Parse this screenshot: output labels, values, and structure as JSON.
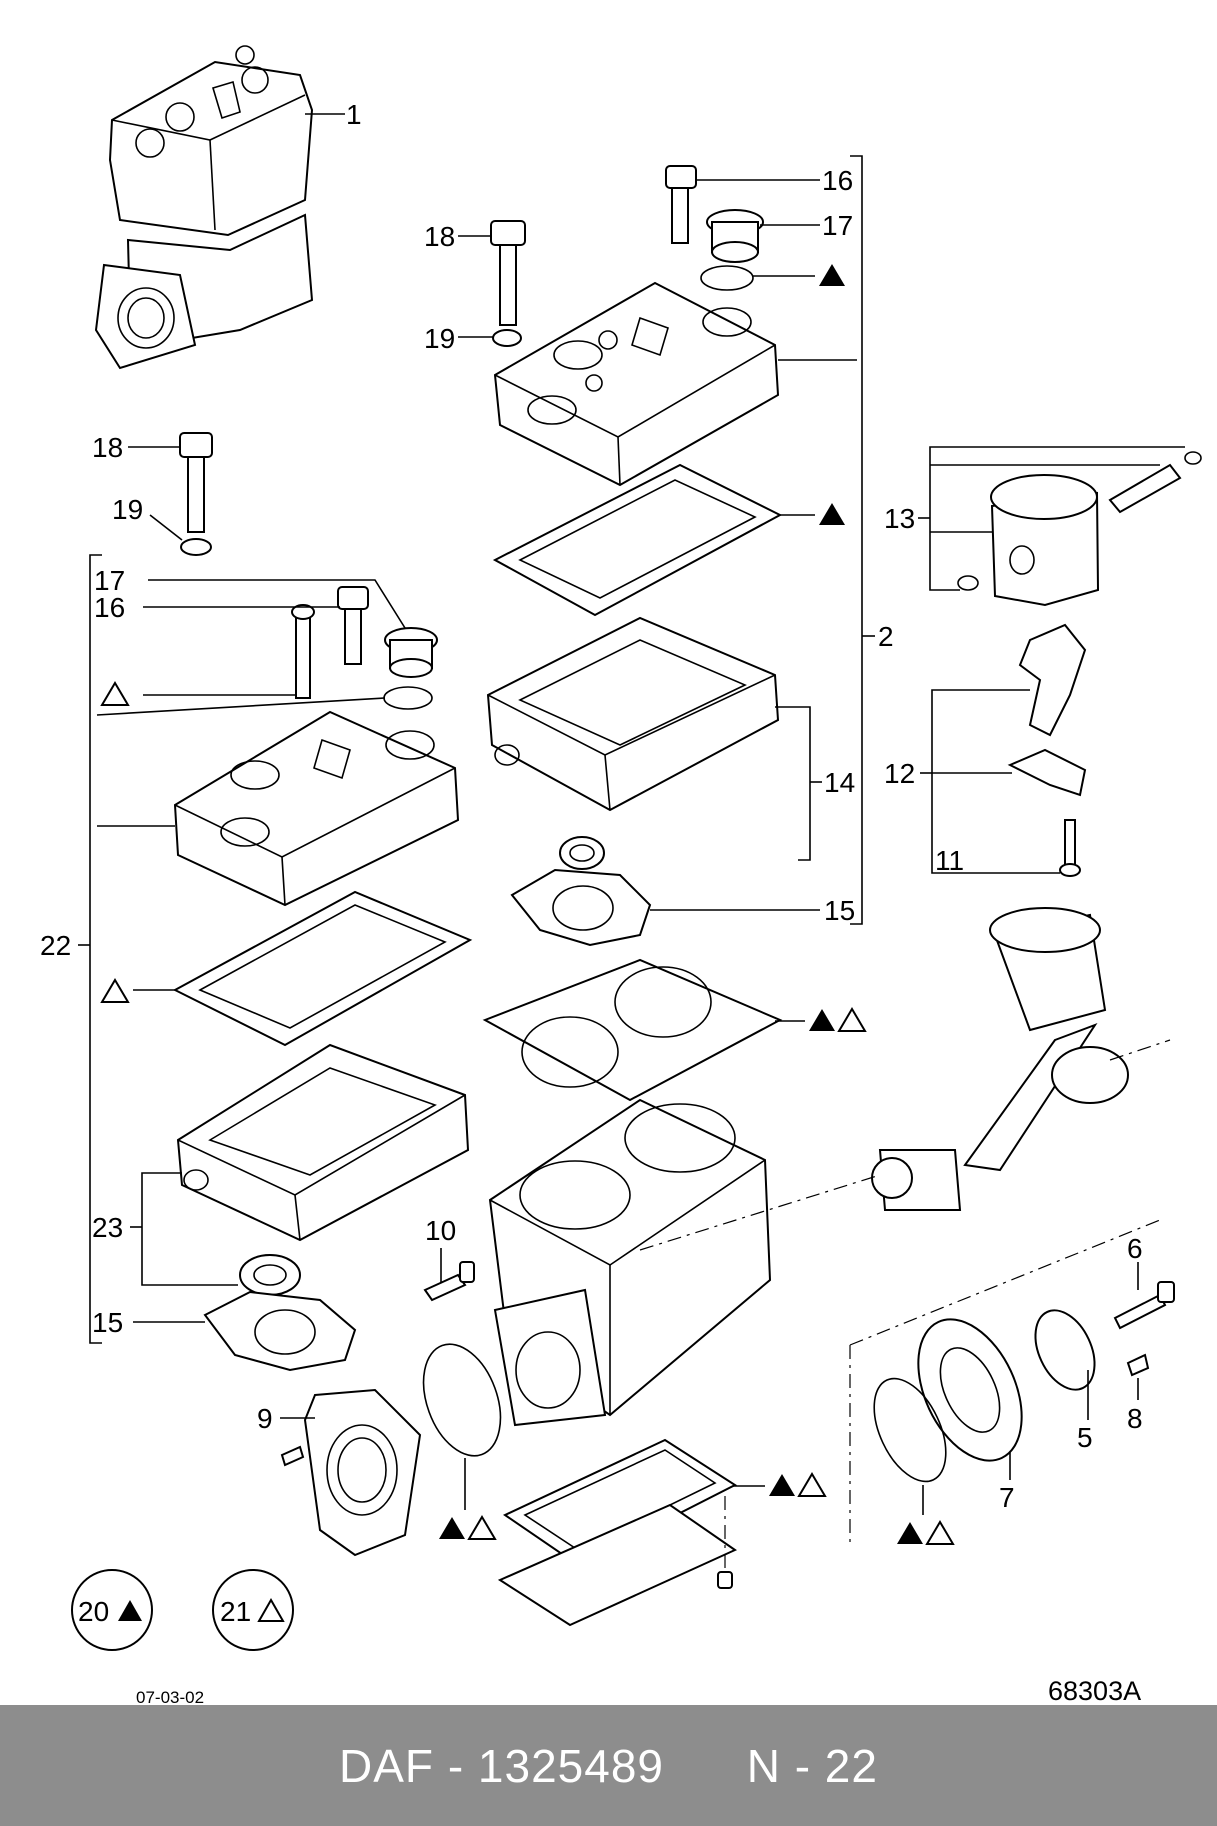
{
  "drawing": {
    "date_code": "07-03-02",
    "drawing_number": "68303A",
    "callouts": {
      "c1": "1",
      "c2": "2",
      "c5": "5",
      "c6": "6",
      "c7": "7",
      "c8": "8",
      "c9": "9",
      "c10": "10",
      "c11": "11",
      "c12": "12",
      "c13": "13",
      "c14": "14",
      "c15a": "15",
      "c15b": "15",
      "c16a": "16",
      "c16b": "16",
      "c17a": "17",
      "c17b": "17",
      "c18a": "18",
      "c18b": "18",
      "c19a": "19",
      "c19b": "19",
      "c22": "22",
      "c23": "23"
    },
    "kits": {
      "kit20": "20",
      "kit21": "21"
    },
    "symbols": {
      "filled_triangle": "▲",
      "open_triangle": "△"
    }
  },
  "footer": {
    "brand": "DAF",
    "separator": "-",
    "part_number": "1325489",
    "page": "N - 22"
  }
}
